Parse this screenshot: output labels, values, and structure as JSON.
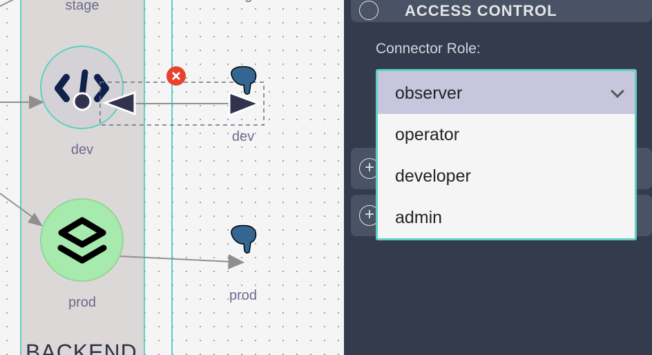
{
  "canvas": {
    "lane": {
      "title": "BACKEND"
    },
    "nodes": [
      {
        "id": "stage",
        "label": "stage"
      },
      {
        "id": "dev",
        "label": "dev",
        "icon": "code-icon"
      },
      {
        "id": "prod",
        "label": "prod",
        "icon": "layers-icon"
      }
    ],
    "targets": [
      {
        "label": "stage",
        "icon": "postgresql-icon"
      },
      {
        "label": "dev",
        "icon": "postgresql-icon"
      },
      {
        "label": "prod",
        "icon": "postgresql-icon"
      }
    ],
    "delete_icon": "close-circle-icon"
  },
  "panel": {
    "section_title": "ACCESS CONTROL",
    "field_label": "Connector Role:",
    "selected": "observer",
    "options": [
      "observer",
      "operator",
      "developer",
      "admin"
    ]
  },
  "colors": {
    "accent": "#5fcfc1",
    "panel_bg": "#333b4c",
    "section_bg": "#4a5366",
    "selected_option": "#c7c6de",
    "delete": "#e8412d",
    "prod_node": "#a6ebad"
  }
}
